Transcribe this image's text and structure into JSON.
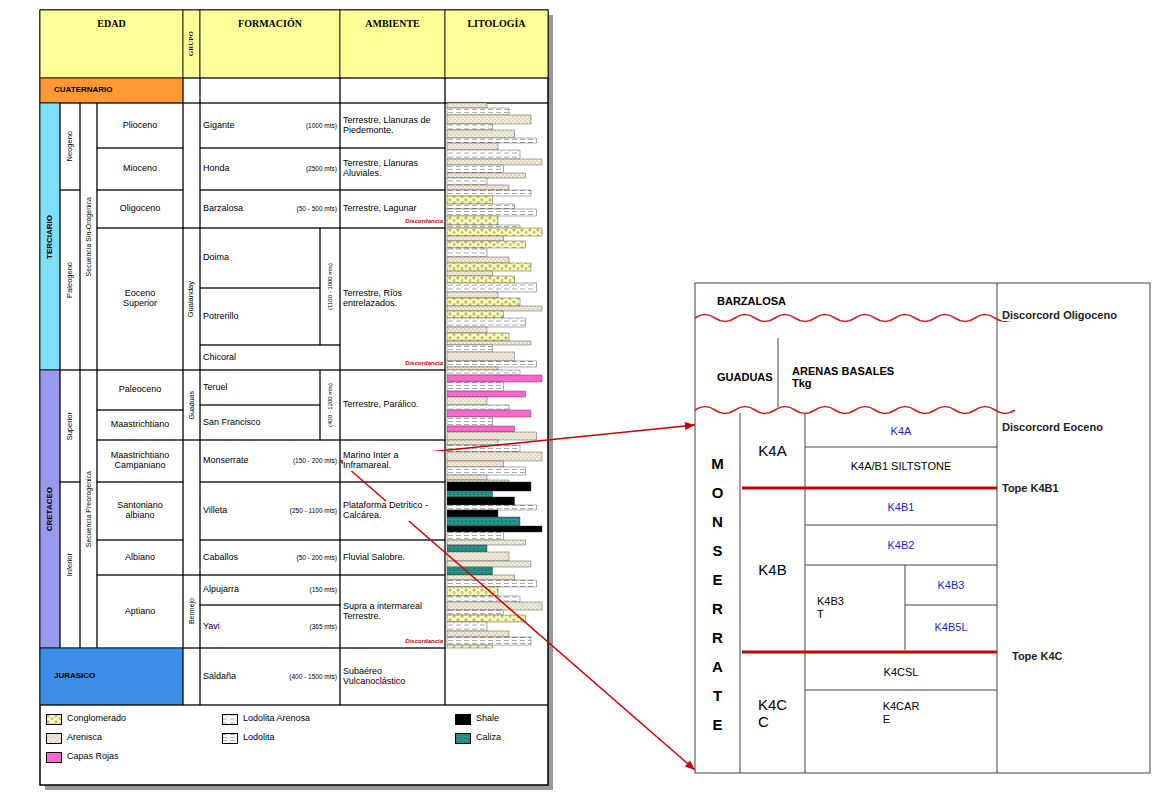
{
  "diagram": {
    "nodes": [
      {
        "text": [
          "EDAD"
        ]
      },
      {
        "text": [
          "GRUPO"
        ]
      },
      {
        "text": [
          "FORMACIÓN"
        ]
      },
      {
        "text": [
          "AMBIENTE"
        ]
      },
      {
        "text": [
          "LITOLOGÍA"
        ]
      },
      {
        "text": [
          "CUATERNARIO"
        ]
      },
      {
        "text": [
          "TERCIARIO"
        ]
      },
      {
        "text": [
          "Neogeno"
        ]
      },
      {
        "text": [
          "Secuencia Sin-Orogenica"
        ]
      },
      {
        "text": [
          "Plioceno"
        ]
      },
      {
        "text": [
          "Gigante",
          "(1000 mts)"
        ]
      },
      {
        "text": [
          "Terrestre, Llanuras de Piedemonte."
        ]
      },
      {
        "text": [
          "Mioceno"
        ]
      },
      {
        "text": [
          "Honda",
          "(2500 mts)"
        ]
      },
      {
        "text": [
          "Terrestre, Llanuras Aluviales."
        ]
      },
      {
        "text": [
          "Oligoceno"
        ]
      },
      {
        "text": [
          "Barzalosa",
          "(50 - 500 mts)"
        ]
      },
      {
        "text": [
          "Terrestre, Lagunar"
        ]
      },
      {
        "text": [
          "Paleogeno"
        ]
      },
      {
        "text": [
          "Eoceno Superior"
        ]
      },
      {
        "text": [
          "Gualanday"
        ]
      },
      {
        "text": [
          "Doima"
        ]
      },
      {
        "text": [
          "Potrerillo"
        ]
      },
      {
        "text": [
          "Chicoral"
        ]
      },
      {
        "text": [
          "(1100 - 3000 mts)"
        ]
      },
      {
        "text": [
          "Terrestre, Ríos entrelazados."
        ]
      },
      {
        "text": [
          "Paleoceno"
        ]
      },
      {
        "text": [
          "Guaduas"
        ]
      },
      {
        "text": [
          "Teruel"
        ]
      },
      {
        "text": [
          "San Francisco"
        ]
      },
      {
        "text": [
          "(400 - 1200 mts)"
        ]
      },
      {
        "text": [
          "Terrestre, Parálico."
        ]
      },
      {
        "text": [
          "CRETACEO"
        ]
      },
      {
        "text": [
          "Superior"
        ]
      },
      {
        "text": [
          "Secuencia Preorogenica"
        ]
      },
      {
        "text": [
          "Maastrichtiano"
        ]
      },
      {
        "text": [
          "Maastrichtiano Campaniano"
        ]
      },
      {
        "text": [
          "Monserrate",
          "(150 - 200 mts)"
        ]
      },
      {
        "text": [
          "Marino Inter a Inframareal."
        ]
      },
      {
        "text": [
          "Inferior"
        ]
      },
      {
        "text": [
          "Santoniano albiano"
        ]
      },
      {
        "text": [
          "Villeta",
          "(250 - 1100 mts)"
        ]
      },
      {
        "text": [
          "Plataforma Detrítico - Calcárea."
        ]
      },
      {
        "text": [
          "Albiano"
        ]
      },
      {
        "text": [
          "Caballos",
          "(50 - 200 mts)"
        ]
      },
      {
        "text": [
          "Fluvial Salobre."
        ]
      },
      {
        "text": [
          "Aptiano"
        ]
      },
      {
        "text": [
          "Bermejo"
        ]
      },
      {
        "text": [
          "Alpujarra",
          "(150 mts)"
        ]
      },
      {
        "text": [
          "Yavi",
          "(365 mts)"
        ]
      },
      {
        "text": [
          "Supra a intermareal Terrestre."
        ]
      },
      {
        "text": [
          "JURASICO"
        ]
      },
      {
        "text": [
          "Saldaña",
          "(400 - 1500 mts)"
        ]
      },
      {
        "text": [
          "Subaéreo Vulcanoclástico"
        ]
      },
      {
        "text": [
          "BARZALOSA"
        ]
      },
      {
        "text": [
          "GUADUAS"
        ]
      },
      {
        "text": [
          "ARENAS BASALES Tkg"
        ]
      },
      {
        "text": [
          "MONSERRATE"
        ]
      },
      {
        "text": [
          "K4A"
        ]
      },
      {
        "text": [
          "K4A"
        ]
      },
      {
        "text": [
          "K4A/B1 SILTSTONE"
        ]
      },
      {
        "text": [
          "K4B"
        ]
      },
      {
        "text": [
          "K4B1"
        ]
      },
      {
        "text": [
          "K4B2"
        ]
      },
      {
        "text": [
          "K4B3 T"
        ]
      },
      {
        "text": [
          "K4B3"
        ]
      },
      {
        "text": [
          "K4B5L"
        ]
      },
      {
        "text": [
          "K4C C"
        ]
      },
      {
        "text": [
          "K4CSL"
        ]
      },
      {
        "text": [
          "K4CAR E"
        ]
      }
    ],
    "edges": [
      {
        "from": 37,
        "to": 57,
        "arrow": "to"
      },
      {
        "from": 37,
        "to": 57,
        "arrow": "to"
      }
    ],
    "labels": [
      "Discordancia",
      "Discordancia",
      "Discordancia",
      "Discorcord Oligoceno",
      "Discorcord Eoceno",
      "Tope K4B1",
      "Tope K4C"
    ],
    "legend": [
      {
        "text": "Conglomerado"
      },
      {
        "text": "Arenisca"
      },
      {
        "text": "Capas Rojas",
        "color": "#ff66cc"
      },
      {
        "text": "Lodolita Arenosa"
      },
      {
        "text": "Lodolita"
      },
      {
        "text": "Shale",
        "color": "#000000"
      },
      {
        "text": "Caliza"
      }
    ]
  }
}
